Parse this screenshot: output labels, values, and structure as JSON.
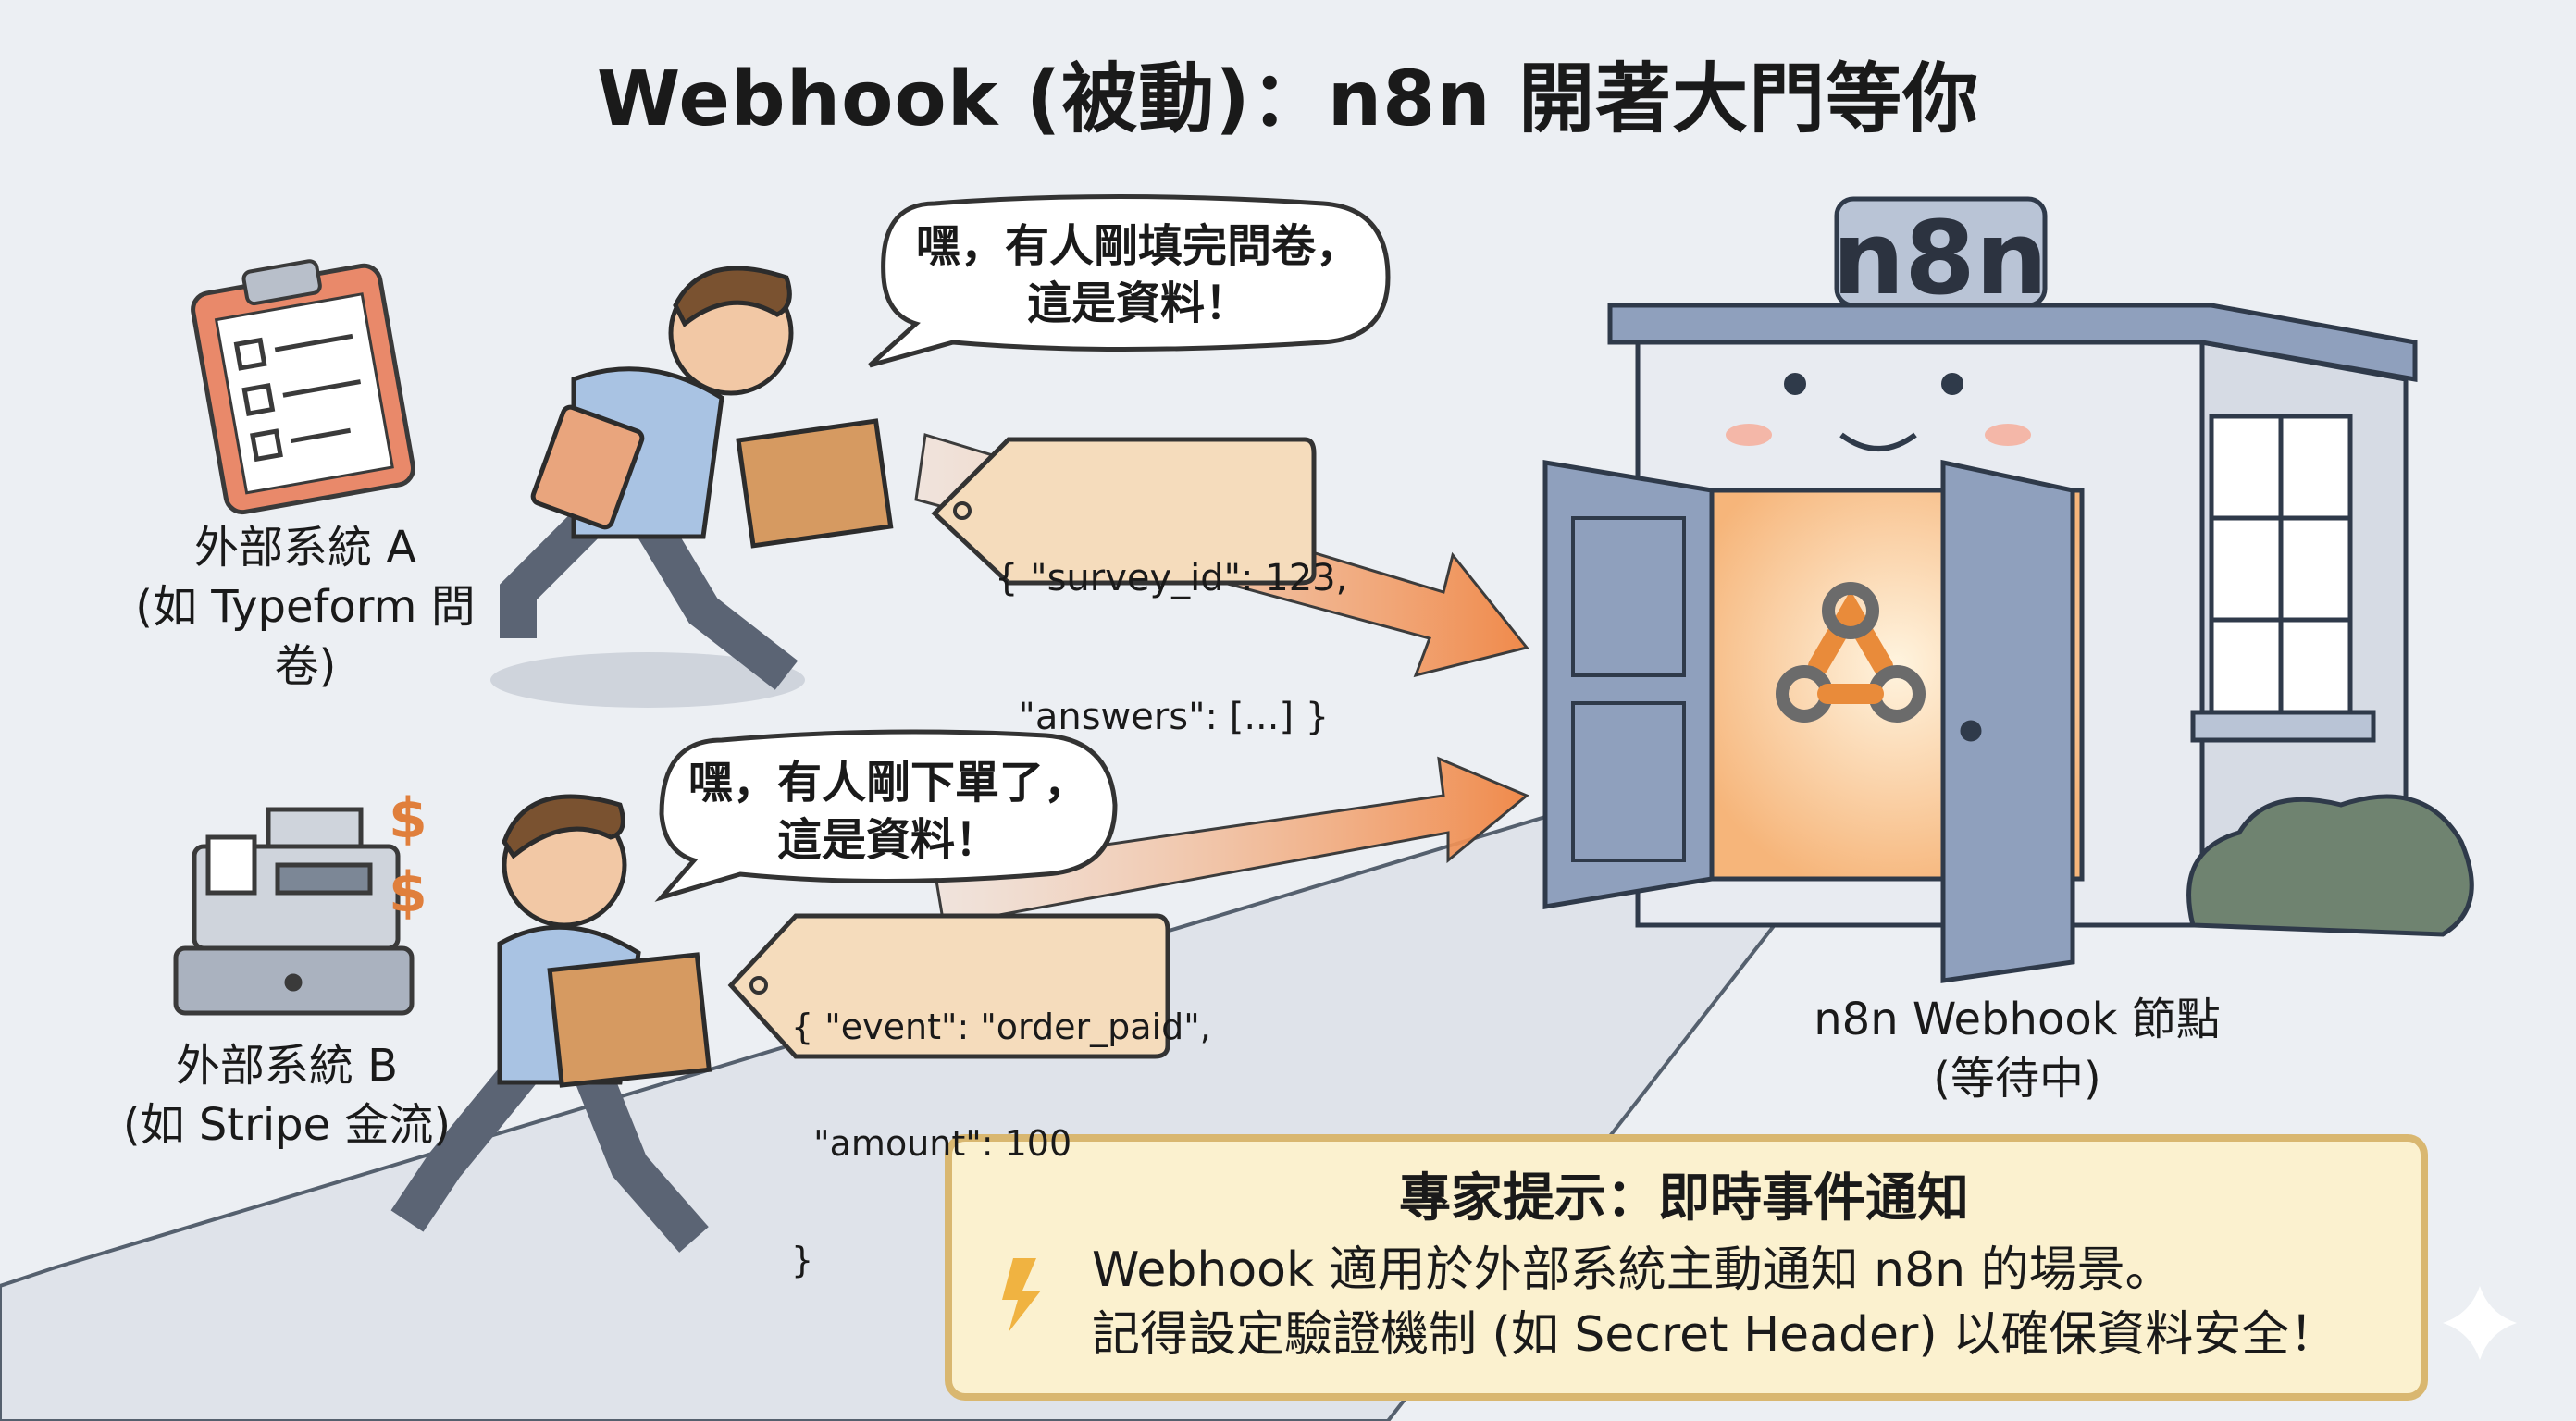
{
  "title": "Webhook (被動)：n8n 開著大門等你",
  "system_a": {
    "name": "外部系統 A",
    "example": "(如 Typeform 問卷)"
  },
  "system_b": {
    "name": "外部系統 B",
    "example": "(如 Stripe 金流)"
  },
  "bubble_a": {
    "line1": "嘿，有人剛填完問卷，",
    "line2": "這是資料！"
  },
  "bubble_b": {
    "line1": "嘿，有人剛下單了，",
    "line2": "這是資料！"
  },
  "tag_a": {
    "line1": "{ \"survey_id\": 123,",
    "line2": "  \"answers\": [...] }"
  },
  "tag_b": {
    "line1": "{ \"event\": \"order_paid\",",
    "line2": "  \"amount\": 100",
    "line3": "}"
  },
  "building": {
    "sign": "n8n",
    "label": "n8n Webhook 節點",
    "status": "(等待中)"
  },
  "tip": {
    "title": "專家提示：即時事件通知",
    "line1": "Webhook 適用於外部系統主動通知 n8n 的場景。",
    "line2": "記得設定驗證機制 (如 Secret Header) 以確保資料安全！"
  },
  "colors": {
    "arrow": "#f08a4b",
    "tip_bg": "#fbf1cf",
    "tip_border": "#d9b770",
    "building": "#8fa0bd",
    "door_glow": "#fbd9a8",
    "background": "#eceff3"
  }
}
